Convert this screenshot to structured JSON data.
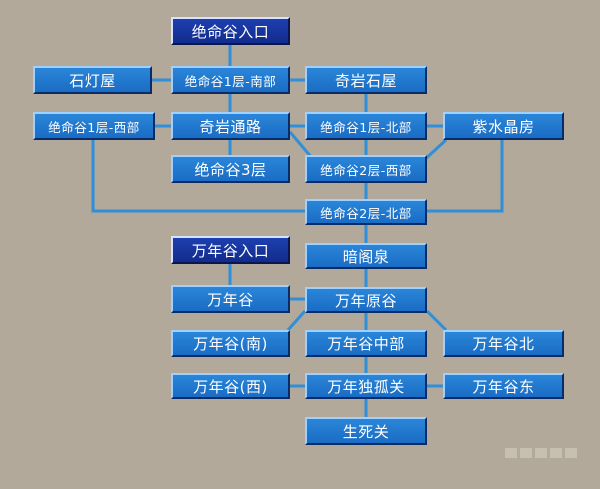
{
  "nodes": {
    "juemingu_entrance": "绝命谷入口",
    "juemingu_1f_south": "绝命谷1层-南部",
    "stone_lamp_house": "石灯屋",
    "qiyan_stone_house": "奇岩石屋",
    "juemingu_1f_west": "绝命谷1层-西部",
    "qiyan_road": "奇岩通路",
    "juemingu_1f_north": "绝命谷1层-北部",
    "purple_crystal_room": "紫水晶房",
    "juemingu_3f": "绝命谷3层",
    "juemingu_2f_west": "绝命谷2层-西部",
    "juemingu_2f_north": "绝命谷2层-北部",
    "wannian_entrance": "万年谷入口",
    "anguan_spring": "暗阁泉",
    "wannian_valley": "万年谷",
    "wannian_origin_valley": "万年原谷",
    "wannian_south": "万年谷(南)",
    "wannian_central": "万年谷中部",
    "wannian_north": "万年谷北",
    "wannian_west": "万年谷(西)",
    "wannian_lone_pass": "万年独孤关",
    "wannian_east": "万年谷东",
    "life_death_pass": "生死关"
  },
  "colors": {
    "background": "#b3a99a",
    "node_fill": "#1a6cc4",
    "entry_fill": "#122c8c",
    "connector": "#2f8fd8",
    "text": "#ffffff"
  }
}
